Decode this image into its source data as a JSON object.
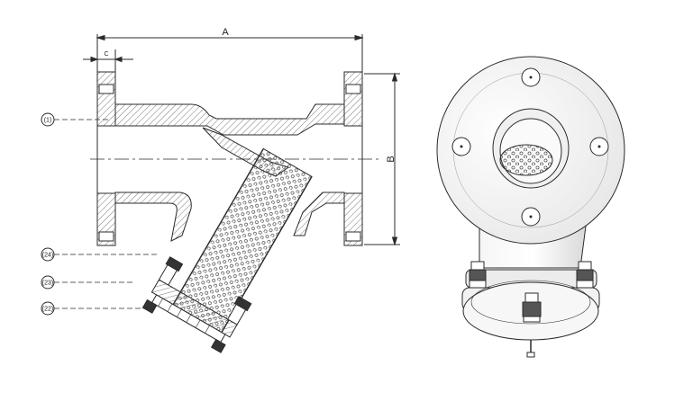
{
  "dimensions": {
    "a_label": "A",
    "b_label": "B",
    "flange_label": "C"
  },
  "callouts": [
    {
      "id": "1",
      "text": "(1)"
    },
    {
      "id": "24",
      "text": "(24)"
    },
    {
      "id": "23",
      "text": "(23)"
    },
    {
      "id": "22",
      "text": "(22)"
    }
  ],
  "colors": {
    "line": "#2b2b2b",
    "hatch": "#555555",
    "fill": "#ffffff",
    "shade": "#d9d9d9"
  }
}
